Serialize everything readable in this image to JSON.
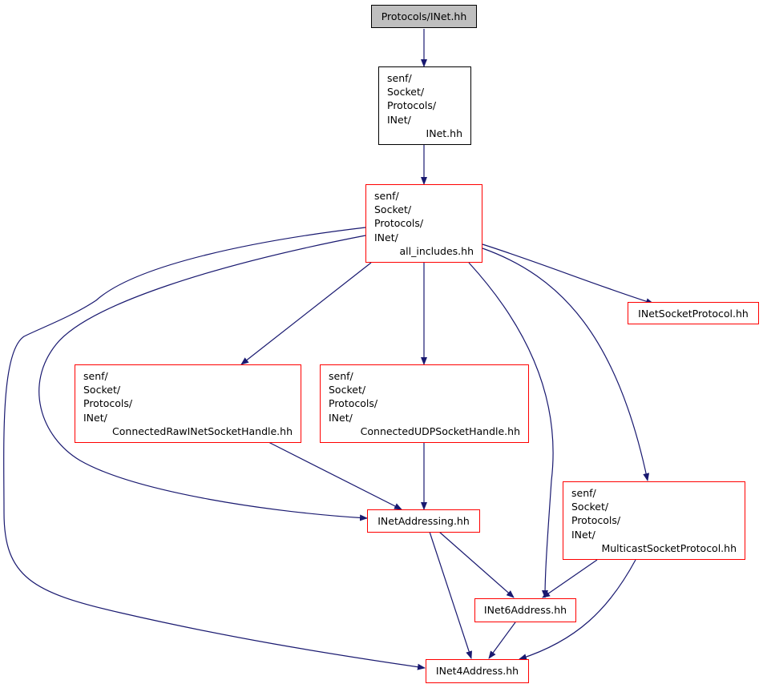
{
  "nodes": {
    "root": {
      "lines": [
        "Protocols/INet.hh"
      ]
    },
    "inet": {
      "lines": [
        "senf/",
        "Socket/",
        "Protocols/",
        "INet/",
        "INet.hh"
      ]
    },
    "all": {
      "lines": [
        "senf/",
        "Socket/",
        "Protocols/",
        "INet/",
        "all_includes.hh"
      ]
    },
    "isp": {
      "lines": [
        "INetSocketProtocol.hh"
      ]
    },
    "craw": {
      "lines": [
        "senf/",
        "Socket/",
        "Protocols/",
        "INet/",
        "ConnectedRawINetSocketHandle.hh"
      ]
    },
    "cudp": {
      "lines": [
        "senf/",
        "Socket/",
        "Protocols/",
        "INet/",
        "ConnectedUDPSocketHandle.hh"
      ]
    },
    "mcast": {
      "lines": [
        "senf/",
        "Socket/",
        "Protocols/",
        "INet/",
        "MulticastSocketProtocol.hh"
      ]
    },
    "iaddr": {
      "lines": [
        "INetAddressing.hh"
      ]
    },
    "i6": {
      "lines": [
        "INet6Address.hh"
      ]
    },
    "i4": {
      "lines": [
        "INet4Address.hh"
      ]
    }
  },
  "colors": {
    "edge": "#191970",
    "node_border_red": "#ff0000",
    "root_fill": "#bfbfbf"
  }
}
